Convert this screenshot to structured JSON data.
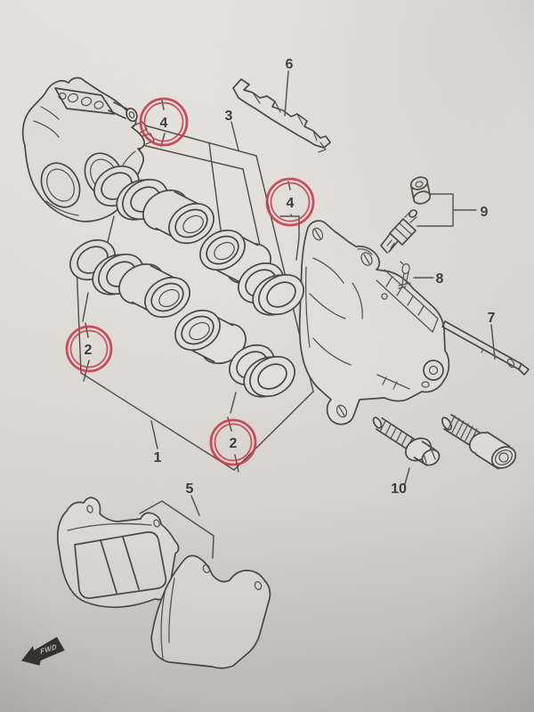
{
  "diagram": {
    "kind": "exploded-parts-diagram-photo",
    "callouts": [
      {
        "label": "1",
        "circled": false
      },
      {
        "label": "2",
        "circled": true
      },
      {
        "label": "2",
        "circled": true
      },
      {
        "label": "3",
        "circled": false
      },
      {
        "label": "4",
        "circled": true
      },
      {
        "label": "4",
        "circled": true
      },
      {
        "label": "5",
        "circled": false
      },
      {
        "label": "6",
        "circled": false
      },
      {
        "label": "7",
        "circled": false
      },
      {
        "label": "8",
        "circled": false
      },
      {
        "label": "9",
        "circled": false
      },
      {
        "label": "10",
        "circled": false
      }
    ],
    "direction_marker": {
      "text": "FWD"
    },
    "colors": {
      "paper": "#e2dfda",
      "ink": "#4a453e",
      "highlight": "#c8404e",
      "marker_fill": "#2e2b28",
      "marker_text": "#cfcbc5"
    }
  }
}
